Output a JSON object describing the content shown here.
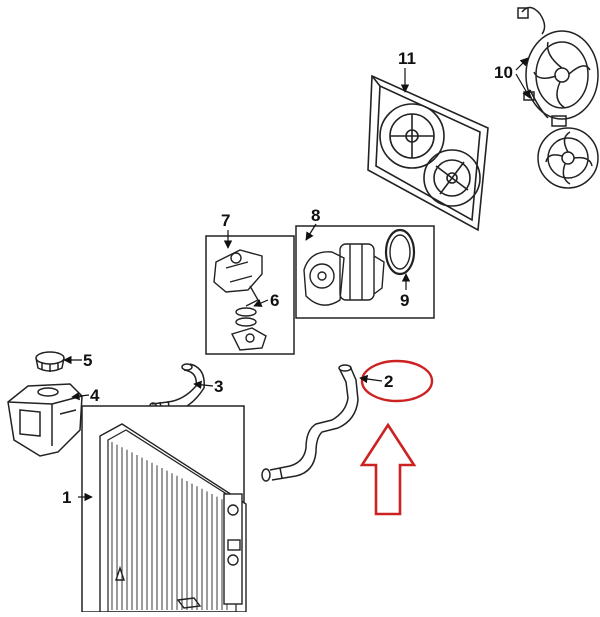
{
  "diagram": {
    "callouts": [
      {
        "id": "1",
        "text": "1"
      },
      {
        "id": "2",
        "text": "2"
      },
      {
        "id": "3",
        "text": "3"
      },
      {
        "id": "4",
        "text": "4"
      },
      {
        "id": "5",
        "text": "5"
      },
      {
        "id": "6",
        "text": "6"
      },
      {
        "id": "7",
        "text": "7"
      },
      {
        "id": "8",
        "text": "8"
      },
      {
        "id": "9",
        "text": "9"
      },
      {
        "id": "10",
        "text": "10"
      },
      {
        "id": "11",
        "text": "11"
      }
    ],
    "highlight_color": "#cc2222",
    "line_color": "#111111"
  }
}
